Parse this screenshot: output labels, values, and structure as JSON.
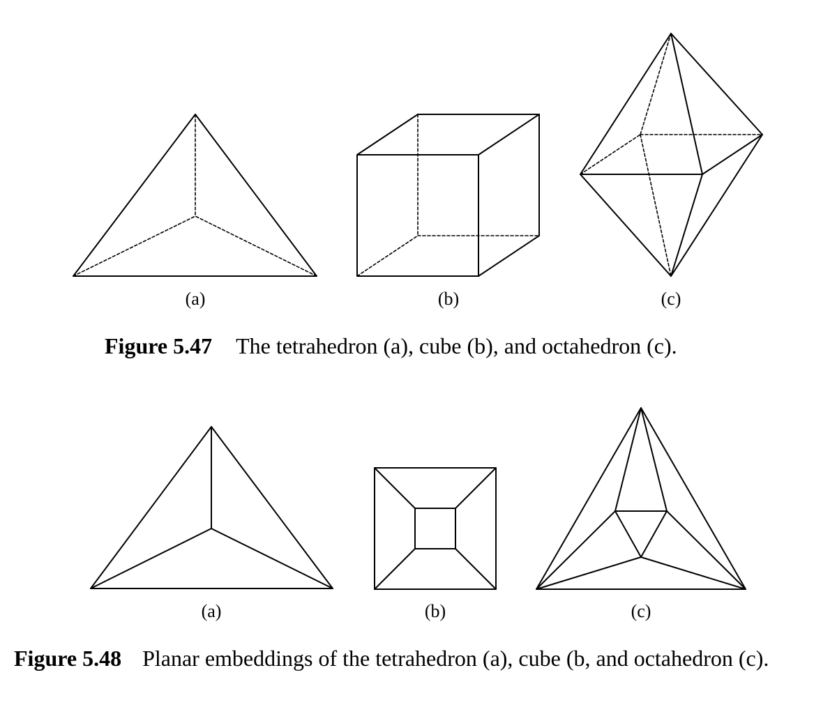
{
  "figure_547": {
    "sublabels": [
      "(a)",
      "(b)",
      "(c)"
    ],
    "caption_number": "Figure 5.47",
    "caption_text": "The tetrahedron (a), cube (b), and octahedron (c)."
  },
  "figure_548": {
    "sublabels": [
      "(a)",
      "(b)",
      "(c)"
    ],
    "caption_number": "Figure 5.48",
    "caption_text": "Planar embeddings of the tetrahedron (a), cube (b, and octahedron (c)."
  }
}
